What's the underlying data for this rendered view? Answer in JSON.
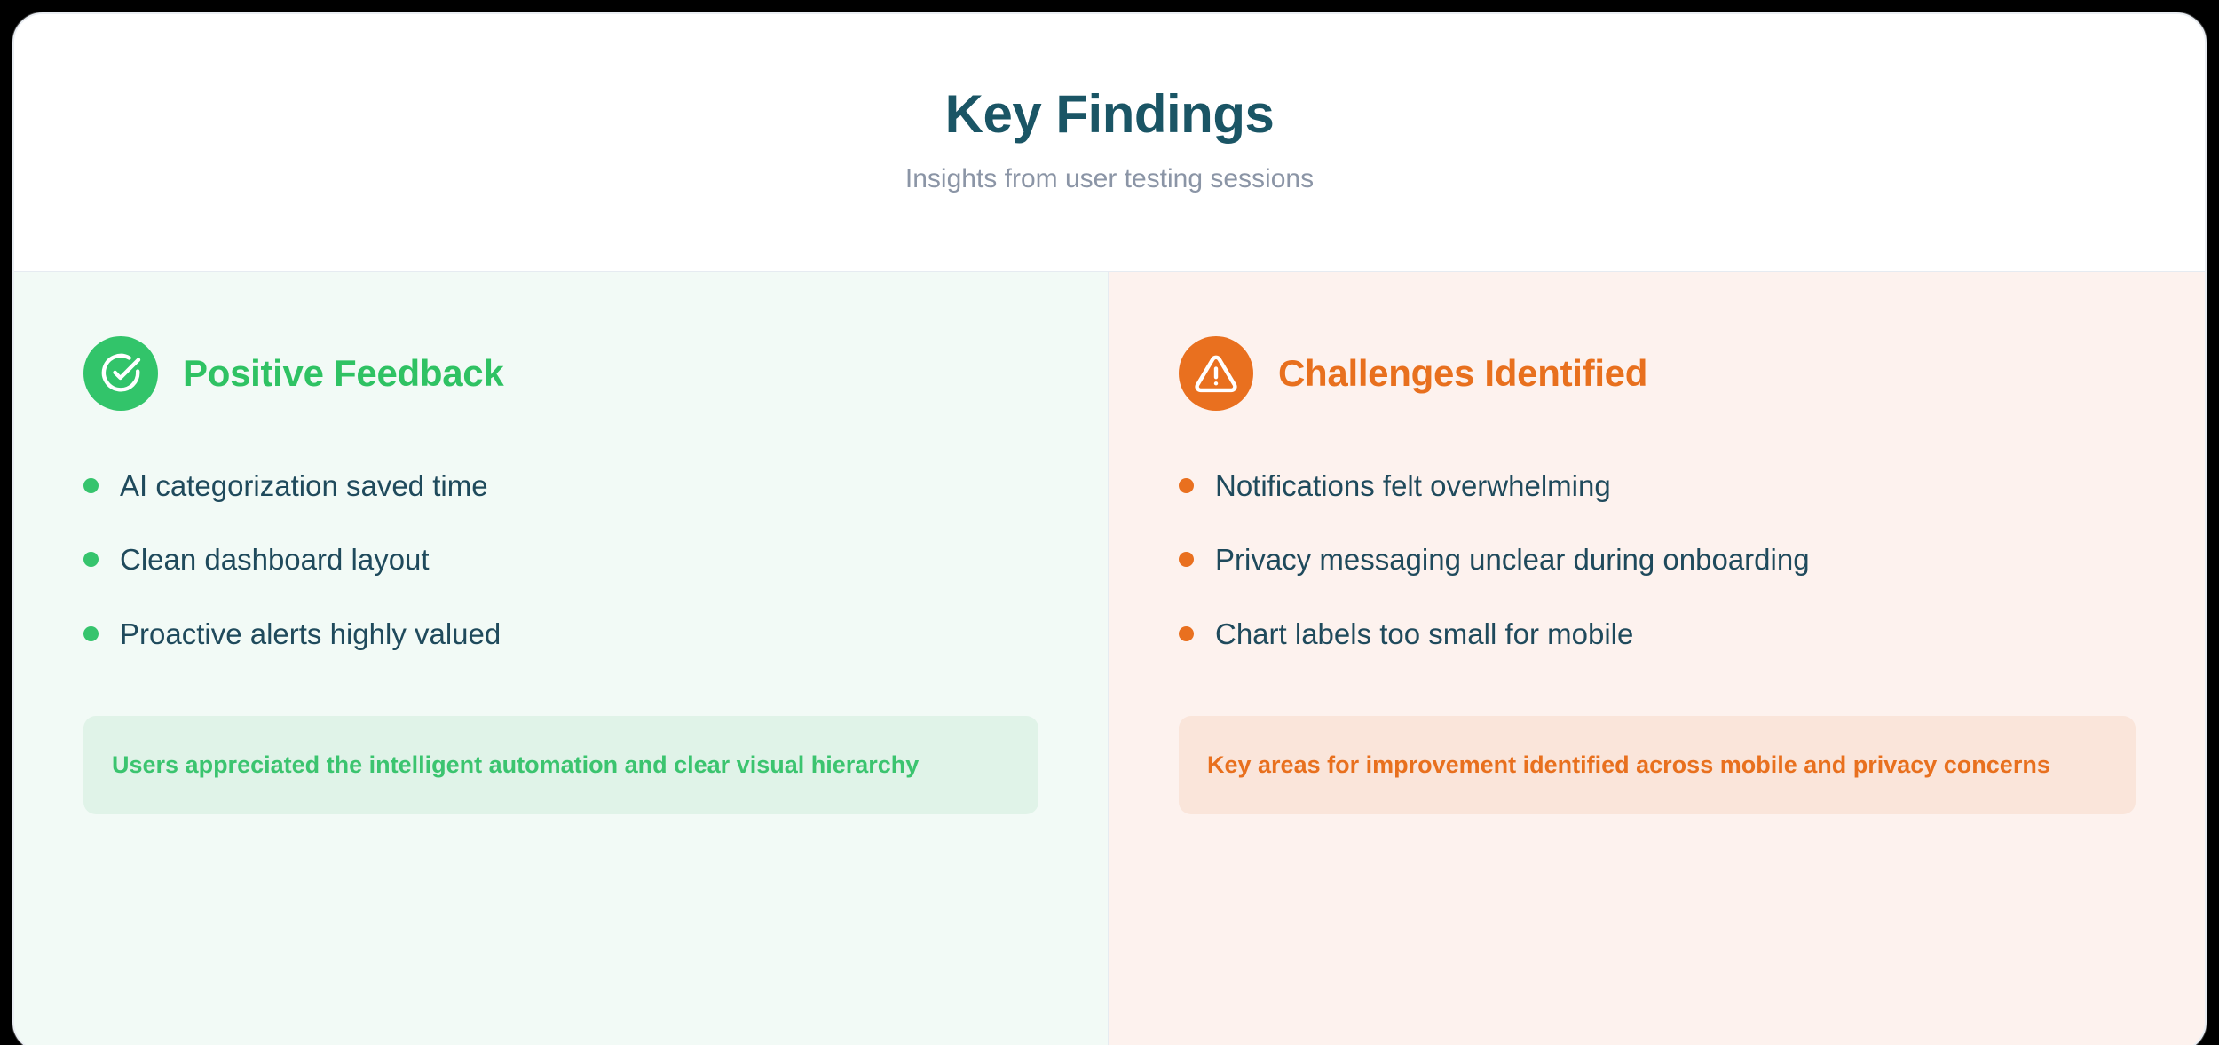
{
  "header": {
    "title": "Key Findings",
    "subtitle": "Insights from user testing sessions"
  },
  "colors": {
    "title": "#1a5565",
    "subtitle": "#8b95a6",
    "positive_accent": "#2fc263",
    "positive_icon_bg": "#32c46a",
    "positive_panel_bg": "#f2faf6",
    "positive_summary_bg": "#e0f3e8",
    "challenges_accent": "#e8701e",
    "challenges_icon_bg": "#e9701f",
    "challenges_panel_bg": "#fdf2ee",
    "challenges_summary_bg": "#fae5da",
    "bullet_text": "#1f4a5c",
    "divider": "#e6ebf1",
    "page_bg": "#000000",
    "card_bg": "#ffffff"
  },
  "panels": {
    "positive": {
      "icon": "check-circle-icon",
      "title": "Positive Feedback",
      "items": [
        "AI categorization saved time",
        "Clean dashboard layout",
        "Proactive alerts highly valued"
      ],
      "summary": "Users appreciated the intelligent automation and clear visual hierarchy"
    },
    "challenges": {
      "icon": "warning-triangle-icon",
      "title": "Challenges Identified",
      "items": [
        "Notifications felt overwhelming",
        "Privacy messaging unclear during onboarding",
        "Chart labels too small for mobile"
      ],
      "summary": "Key areas for improvement identified across mobile and privacy concerns"
    }
  }
}
